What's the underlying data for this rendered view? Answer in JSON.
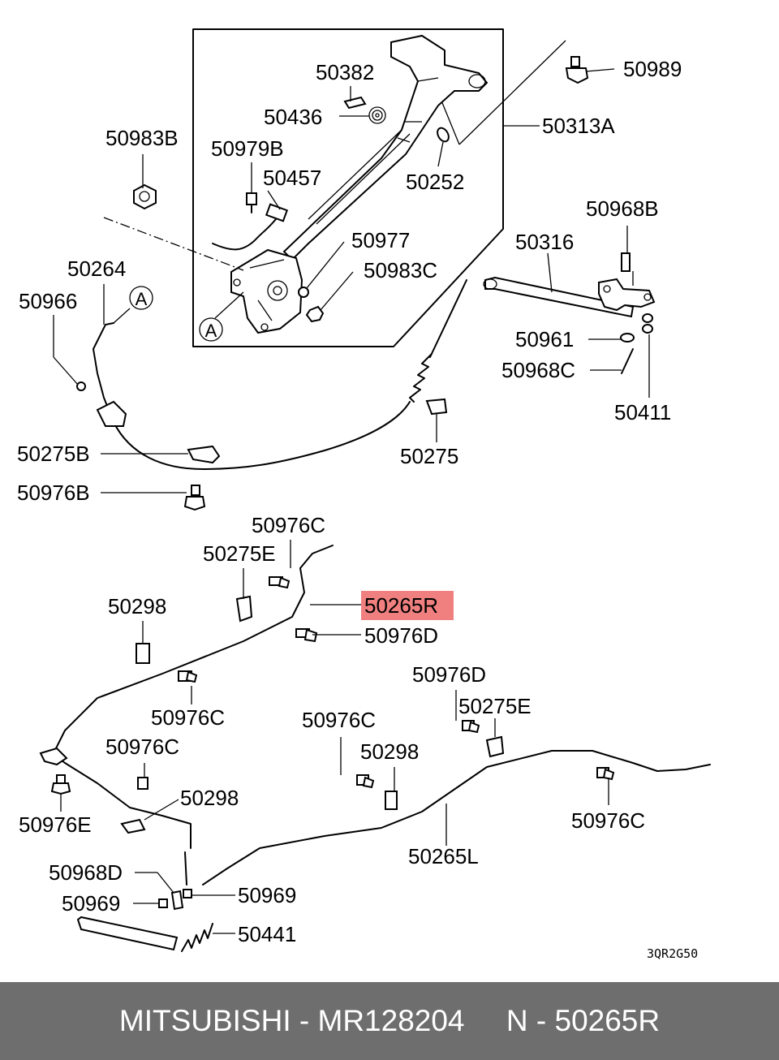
{
  "labels": {
    "p50382": "50382",
    "p50989": "50989",
    "p50436": "50436",
    "p50313A": "50313A",
    "p50983B": "50983B",
    "p50979B": "50979B",
    "p50457": "50457",
    "p50252": "50252",
    "p50968B": "50968B",
    "p50977": "50977",
    "p50316": "50316",
    "p50264": "50264",
    "p50983C": "50983C",
    "p50966": "50966",
    "callout_a1": "A",
    "callout_a2": "A",
    "p50961": "50961",
    "p50968C": "50968C",
    "p50411": "50411",
    "p50275B": "50275B",
    "p50275": "50275",
    "p50976B": "50976B",
    "p50976C_1": "50976C",
    "p50275E_1": "50275E",
    "p50265R": "50265R",
    "p50298_1": "50298",
    "p50976D_1": "50976D",
    "p50976D_2": "50976D",
    "p50976C_2": "50976C",
    "p50275E_2": "50275E",
    "p50976C_3": "50976C",
    "p50298_2": "50298",
    "p50976C_4": "50976C",
    "p50976E": "50976E",
    "p50298_3": "50298",
    "p50976C_5": "50976C",
    "p50265L": "50265L",
    "p50968D": "50968D",
    "p50969_1": "50969",
    "p50969_2": "50969",
    "p50441": "50441"
  },
  "diagram_code": "3QR2G50",
  "highlight_color": "#f08080",
  "footer": {
    "text": "MITSUBISHI - MR128204     N - 50265R",
    "background": "#6e6e6e"
  }
}
